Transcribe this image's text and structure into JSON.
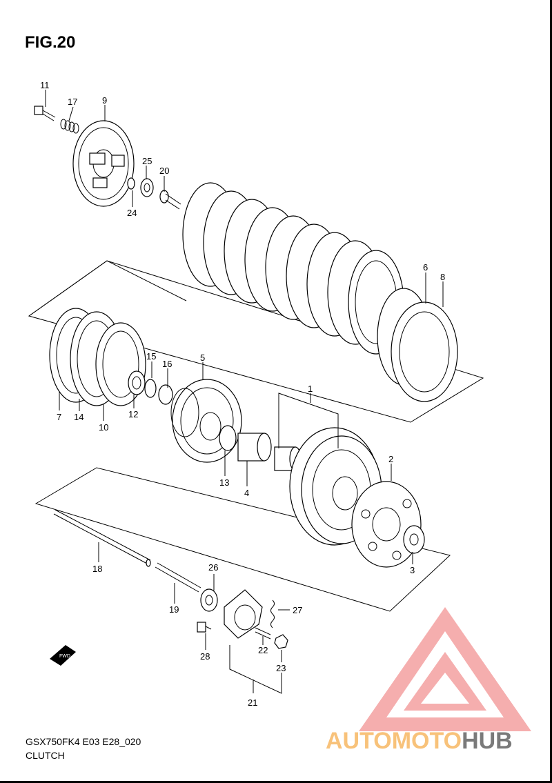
{
  "figure": {
    "title": "FIG.20",
    "model_code": "GSX750FK4 E03 E28_020",
    "section": "CLUTCH"
  },
  "callouts": {
    "c1": "1",
    "c2": "2",
    "c3": "3",
    "c4": "4",
    "c5": "5",
    "c6": "6",
    "c7": "7",
    "c8": "8",
    "c9": "9",
    "c10": "10",
    "c11": "11",
    "c12": "12",
    "c13": "13",
    "c14": "14",
    "c15": "15",
    "c16": "16",
    "c17": "17",
    "c18": "18",
    "c19": "19",
    "c20": "20",
    "c21": "21",
    "c22": "22",
    "c23": "23",
    "c24": "24",
    "c25": "25",
    "c26": "26",
    "c27": "27",
    "c28": "28"
  },
  "fwd_marker": "FWD",
  "watermark": {
    "part1": "AUTOMOTO",
    "part2": "HUB"
  },
  "colors": {
    "watermark_red": "#f4a0a0",
    "watermark_orange": "#f8c27a",
    "watermark_gray": "#7a7a7a"
  }
}
